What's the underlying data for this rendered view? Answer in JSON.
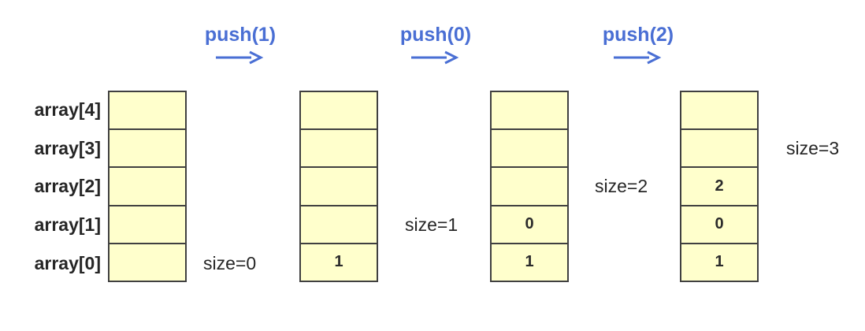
{
  "colors": {
    "background": "#FFFFFF",
    "cell_fill": "#FFFFCC",
    "cell_border": "#404040",
    "text_dark": "#262626",
    "accent_blue": "#4A6FD4"
  },
  "row_labels": [
    "array[4]",
    "array[3]",
    "array[2]",
    "array[1]",
    "array[0]"
  ],
  "operations": [
    {
      "label": "push(1)",
      "icon": "right-arrow"
    },
    {
      "label": "push(0)",
      "icon": "right-arrow"
    },
    {
      "label": "push(2)",
      "icon": "right-arrow"
    }
  ],
  "stacks": [
    {
      "size": 0,
      "size_label": "size=0",
      "cells": [
        "",
        "",
        "",
        "",
        ""
      ]
    },
    {
      "size": 1,
      "size_label": "size=1",
      "cells": [
        "",
        "",
        "",
        "",
        "1"
      ]
    },
    {
      "size": 2,
      "size_label": "size=2",
      "cells": [
        "",
        "",
        "",
        "0",
        "1"
      ]
    },
    {
      "size": 3,
      "size_label": "size=3",
      "cells": [
        "",
        "",
        "2",
        "0",
        "1"
      ]
    }
  ]
}
